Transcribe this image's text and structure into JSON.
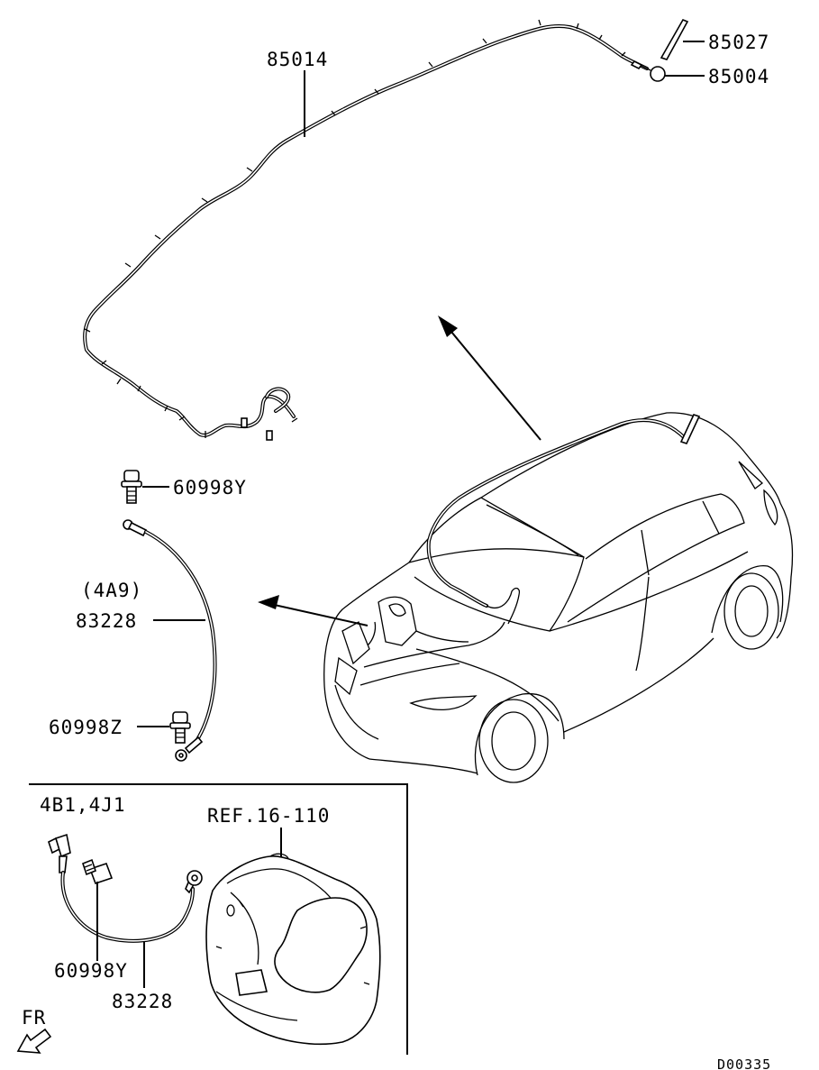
{
  "labels": {
    "p85014": "85014",
    "p85027": "85027",
    "p85004": "85004",
    "p60998y_top": "60998Y",
    "p4a9": "(4A9)",
    "p83228_mid": "83228",
    "p60998z": "60998Z",
    "variant": "4B1,4J1",
    "ref": "REF.16-110",
    "p60998y_bot": "60998Y",
    "p83228_bot": "83228",
    "fr": "FR",
    "diagram_code": "D00335"
  }
}
